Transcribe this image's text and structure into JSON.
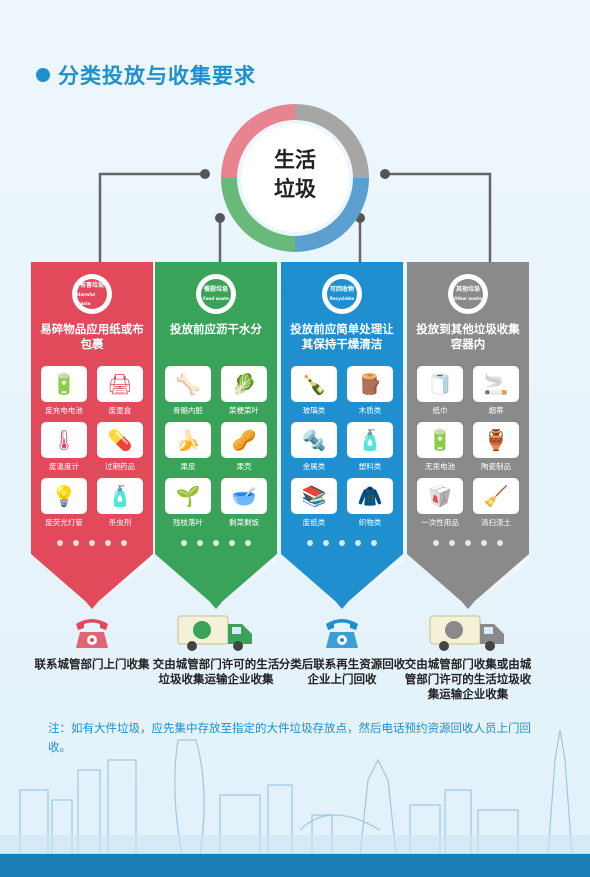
{
  "title": "分类投放与收集要求",
  "hub": {
    "line1": "生活",
    "line2": "垃圾"
  },
  "colors": {
    "hazardous": "#e24a5c",
    "food": "#3aa35a",
    "recyclable": "#1f8fd0",
    "other": "#8a8a8a",
    "accent": "#1f8fd0"
  },
  "columns": [
    {
      "key": "hazardous",
      "icon_name": "hazardous-waste-icon",
      "icon_cn": "有害垃圾",
      "icon_en": "Harmful waste",
      "desc": "易碎物品应用纸或布包裹",
      "items": [
        {
          "label": "废充电电池",
          "icon": "battery-icon",
          "glyph": "🔋"
        },
        {
          "label": "废墨盒",
          "icon": "ink-cartridge-icon",
          "glyph": "🖨"
        },
        {
          "label": "废温度计",
          "icon": "thermometer-icon",
          "glyph": "🌡"
        },
        {
          "label": "过期药品",
          "icon": "medicine-icon",
          "glyph": "💊"
        },
        {
          "label": "废荧光灯管",
          "icon": "fluorescent-lamp-icon",
          "glyph": "💡"
        },
        {
          "label": "杀虫剂",
          "icon": "insecticide-icon",
          "glyph": "🧴"
        }
      ],
      "bottom_icon": "telephone-icon",
      "bottom_text": "联系城管部门上门收集"
    },
    {
      "key": "food",
      "icon_name": "food-waste-icon",
      "icon_cn": "餐厨垃圾",
      "icon_en": "Food waste",
      "desc": "投放前应沥干水分",
      "items": [
        {
          "label": "骨骼内脏",
          "icon": "bone-icon",
          "glyph": "🦴"
        },
        {
          "label": "菜梗菜叶",
          "icon": "cabbage-icon",
          "glyph": "🥬"
        },
        {
          "label": "果皮",
          "icon": "peel-icon",
          "glyph": "🍌"
        },
        {
          "label": "果壳",
          "icon": "nutshell-icon",
          "glyph": "🥜"
        },
        {
          "label": "残枝落叶",
          "icon": "plant-icon",
          "glyph": "🌱"
        },
        {
          "label": "剩菜剩饭",
          "icon": "leftover-bowl-icon",
          "glyph": "🥣"
        }
      ],
      "bottom_icon": "food-truck-icon",
      "bottom_text": "交由城管部门许可的生活垃圾收集运输企业收集"
    },
    {
      "key": "recyclable",
      "icon_name": "recyclable-icon",
      "icon_cn": "可回收物",
      "icon_en": "Recyclable",
      "desc": "投放前应简单处理让其保持干燥清洁",
      "items": [
        {
          "label": "玻璃类",
          "icon": "glass-bottle-icon",
          "glyph": "🍾"
        },
        {
          "label": "木质类",
          "icon": "wood-icon",
          "glyph": "🪵"
        },
        {
          "label": "金属类",
          "icon": "metal-icon",
          "glyph": "🔩"
        },
        {
          "label": "塑料类",
          "icon": "plastic-bottle-icon",
          "glyph": "🧴"
        },
        {
          "label": "废纸类",
          "icon": "paper-icon",
          "glyph": "📚"
        },
        {
          "label": "织物类",
          "icon": "clothing-icon",
          "glyph": "🧥"
        }
      ],
      "bottom_icon": "telephone-icon",
      "bottom_text": "分类后联系再生资源回收企业上门回收"
    },
    {
      "key": "other",
      "icon_name": "other-waste-icon",
      "icon_cn": "其他垃圾",
      "icon_en": "Other waste",
      "desc": "投放到其他垃圾收集容器内",
      "items": [
        {
          "label": "纸巾",
          "icon": "tissue-icon",
          "glyph": "🧻"
        },
        {
          "label": "烟蒂",
          "icon": "cigarette-icon",
          "glyph": "🚬"
        },
        {
          "label": "无汞电池",
          "icon": "battery-icon",
          "glyph": "🔋"
        },
        {
          "label": "陶瓷制品",
          "icon": "ceramics-icon",
          "glyph": "🏺"
        },
        {
          "label": "一次性用品",
          "icon": "disposable-icon",
          "glyph": "🥡"
        },
        {
          "label": "清扫渣土",
          "icon": "broom-icon",
          "glyph": "🧹"
        }
      ],
      "bottom_icon": "other-truck-icon",
      "bottom_text": "交由城管部门收集或由城管部门许可的生活垃圾收集运输企业收集"
    }
  ],
  "note": "注：如有大件垃圾，应先集中存放至指定的大件垃圾存放点，然后电话预约资源回收人员上门回收。"
}
